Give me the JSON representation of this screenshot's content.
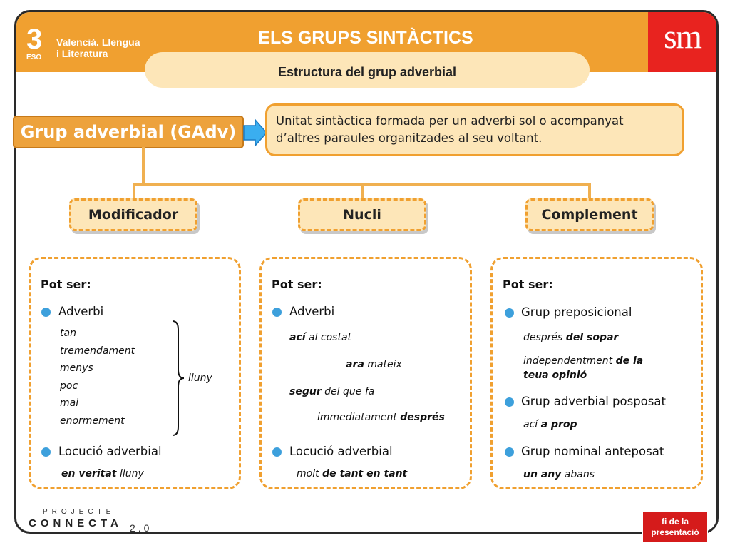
{
  "header": {
    "grade_num": "3",
    "grade_level": "ESO",
    "subject_line1": "Valencià. Llengua",
    "subject_line2": "i Literatura",
    "title": "ELS GRUPS SINTÀCTICS",
    "subtitle": "Estructura del grup adverbial",
    "logo": "sm",
    "brand_color": "#f0a030",
    "logo_color": "#e8231f"
  },
  "main": {
    "group_label": "Grup adverbial (GAdv)",
    "definition_line1": "Unitat sintàctica formada per un adverbi sol o acompanyat",
    "definition_line2": "d’altres paraules organitzades al seu voltant.",
    "branches": [
      "Modificador",
      "Nucli",
      "Complement"
    ]
  },
  "columns": {
    "modificador": {
      "heading": "Pot ser:",
      "item1": "Adverbi",
      "examples": [
        "tan",
        "tremendament",
        "menys",
        "poc",
        "mai",
        "enormement"
      ],
      "brace_label": "lluny",
      "item2": "Locució adverbial",
      "ex2_bold": "en veritat",
      "ex2_rest": " lluny"
    },
    "nucli": {
      "heading": "Pot ser:",
      "item1": "Adverbi",
      "ex1_bold": "ací",
      "ex1_rest": " al costat",
      "ex2_bold": "ara",
      "ex2_rest": " mateix",
      "ex3_bold": "segur",
      "ex3_rest": " del que fa",
      "ex4_rest": "immediatament ",
      "ex4_bold": "després",
      "item2": "Locució adverbial",
      "ex5_rest": "molt ",
      "ex5_bold": "de tant en tant"
    },
    "complement": {
      "heading": "Pot ser:",
      "item1": "Grup preposicional",
      "ex1_rest": "després ",
      "ex1_bold": "del sopar",
      "ex2_rest": "independentment ",
      "ex2_bold": "de la",
      "ex2_bold2": "teua opinió",
      "item2": "Grup adverbial posposat",
      "ex3_rest": "ací ",
      "ex3_bold": "a prop",
      "item3": "Grup nominal anteposat",
      "ex4_bold": "un any",
      "ex4_rest": " abans"
    }
  },
  "footer": {
    "logo_top": "PROJECTE",
    "logo_main": "CONNECTA",
    "logo_version": "2.0",
    "end_button_line1": "fi de la",
    "end_button_line2": "presentació"
  }
}
